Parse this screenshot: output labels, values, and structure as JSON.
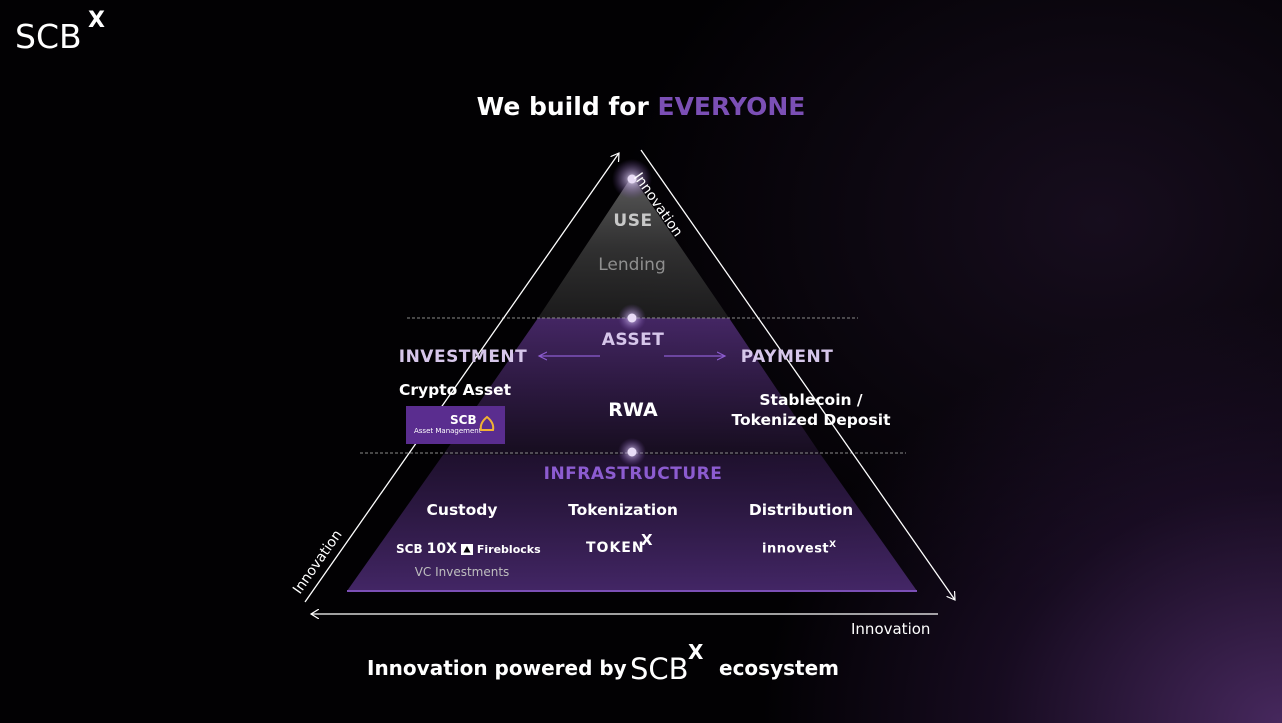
{
  "brand": {
    "logo_text": "SCB",
    "logo_superscript": "X"
  },
  "header": {
    "title_prefix": "We build  for ",
    "title_accent": "EVERYONE"
  },
  "pyramid": {
    "use": {
      "title": "USE",
      "subtitle": "Lending"
    },
    "asset": {
      "title": "ASSET",
      "left_label": "INVESTMENT",
      "right_label": "PAYMENT",
      "left_item": "Crypto Asset",
      "center_item": "RWA",
      "right_item_line1": "Stablecoin /",
      "right_item_line2": "Tokenized Deposit",
      "amc_logo_text": "SCB",
      "amc_logo_sub": "Asset Management"
    },
    "infrastructure": {
      "title": "INFRASTRUCTURE",
      "columns": [
        {
          "label": "Custody"
        },
        {
          "label": "Tokenization"
        },
        {
          "label": "Distribution"
        }
      ],
      "custody_partners": {
        "scb": "SCB",
        "tenx": "10X",
        "fireblocks": "Fireblocks"
      },
      "vc_label": "VC Investments",
      "token_logo": "TOKEN",
      "token_logo_x": "X",
      "innovest_logo": "innovest",
      "innovest_logo_x": "X"
    }
  },
  "edges": {
    "right": "Innovation",
    "left": "Innovation",
    "bottom": "Innovation"
  },
  "footer": {
    "prefix": "Innovation powered by",
    "logo": "SCB",
    "logo_x": "X",
    "suffix": "ecosystem"
  },
  "colors": {
    "accent_purple": "#7b4fb5",
    "amc_box": "#5a2d8f",
    "background": "#020103"
  }
}
